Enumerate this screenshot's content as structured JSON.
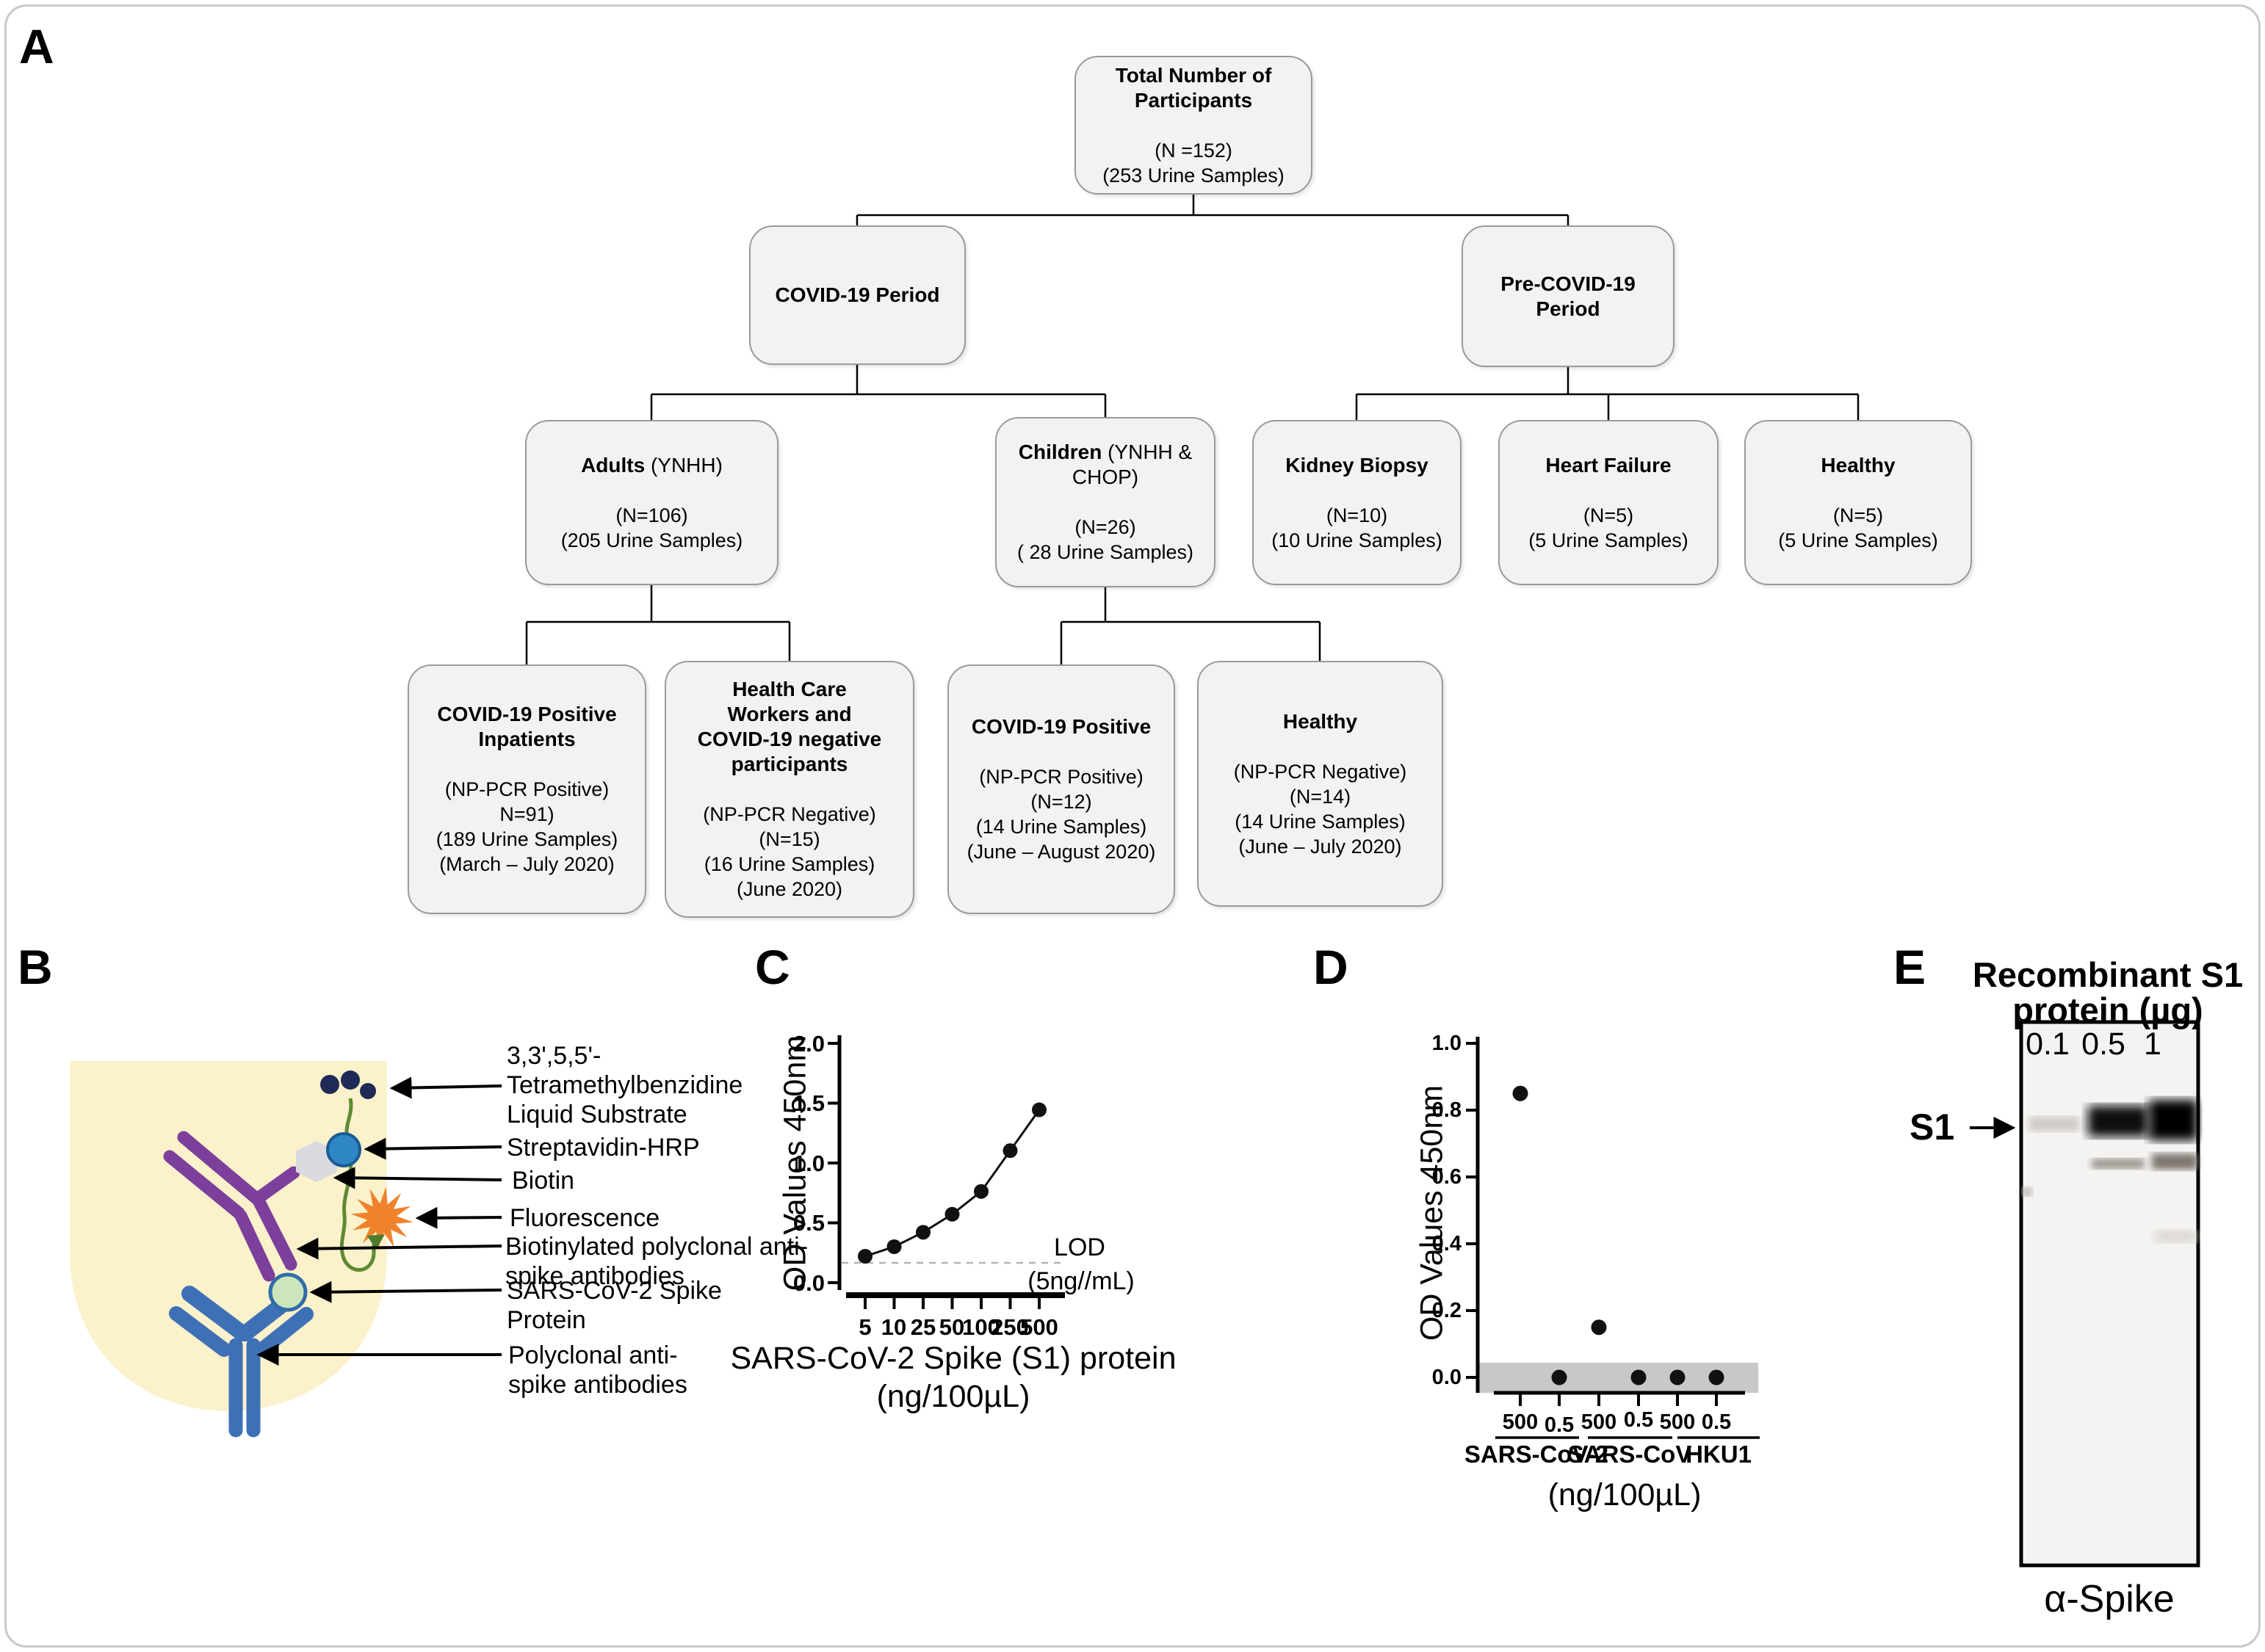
{
  "panel_labels": {
    "a": "A",
    "b": "B",
    "c": "C",
    "d": "D",
    "e": "E"
  },
  "flowchart": {
    "nodes": [
      {
        "title_bold": "Total Number of\nParticipants",
        "title_rest": "",
        "lines": [
          "",
          "(N =152)",
          "(253 Urine Samples)"
        ]
      },
      {
        "title_bold": "COVID-19 Period",
        "title_rest": "",
        "lines": []
      },
      {
        "title_bold": "Pre-COVID-19\nPeriod",
        "title_rest": "",
        "lines": []
      },
      {
        "title_bold": "Adults",
        "title_rest": " (YNHH)",
        "lines": [
          "",
          "(N=106)",
          "(205 Urine Samples)"
        ]
      },
      {
        "title_bold": "Children",
        "title_rest": " (YNHH &\nCHOP)",
        "lines": [
          "",
          "(N=26)",
          "( 28 Urine Samples)"
        ]
      },
      {
        "title_bold": "Kidney Biopsy",
        "title_rest": "",
        "lines": [
          "",
          "(N=10)",
          "(10 Urine Samples)"
        ]
      },
      {
        "title_bold": "Heart Failure",
        "title_rest": "",
        "lines": [
          "",
          "(N=5)",
          "(5 Urine Samples)"
        ]
      },
      {
        "title_bold": "Healthy",
        "title_rest": "",
        "lines": [
          "",
          "(N=5)",
          "(5 Urine Samples)"
        ]
      },
      {
        "title_bold": "COVID-19 Positive\nInpatients",
        "title_rest": "",
        "lines": [
          "",
          "(NP-PCR Positive)",
          "N=91)",
          "(189 Urine Samples)",
          "(March – July 2020)"
        ]
      },
      {
        "title_bold": "Health Care\nWorkers and\nCOVID-19 negative\nparticipants",
        "title_rest": "",
        "lines": [
          "",
          "(NP-PCR Negative)",
          "(N=15)",
          "(16 Urine Samples)",
          "(June 2020)"
        ]
      },
      {
        "title_bold": "COVID-19 Positive",
        "title_rest": "",
        "lines": [
          "",
          "(NP-PCR Positive)",
          "(N=12)",
          "(14 Urine Samples)",
          "(June – August 2020)"
        ]
      },
      {
        "title_bold": "Healthy",
        "title_rest": "",
        "lines": [
          "",
          "(NP-PCR Negative)",
          "(N=14)",
          "(14 Urine Samples)",
          "(June – July 2020)"
        ]
      }
    ]
  },
  "elisa": {
    "labels": [
      {
        "lines": [
          "3,3',5,5'-",
          "Tetramethylbenzidine",
          "Liquid Substrate"
        ]
      },
      {
        "lines": [
          "Streptavidin-HRP"
        ]
      },
      {
        "lines": [
          "Biotin"
        ]
      },
      {
        "lines": [
          "Fluorescence"
        ]
      },
      {
        "lines": [
          "Biotinylated polyclonal anti-",
          "spike antibodies"
        ]
      },
      {
        "lines": [
          "SARS-CoV-2 Spike",
          "Protein"
        ]
      },
      {
        "lines": [
          "Polyclonal anti-",
          "spike antibodies"
        ]
      }
    ],
    "colors": {
      "well": "#FBF1CB",
      "substrate": "#1F2A56",
      "streptavidin": "#2F86C4",
      "biotin": "#D9D9E0",
      "antibody_detect": "#7C3F9B",
      "fluorescence": "#F0822B",
      "loop": "#5D8A33",
      "spike": "#CDE5BD",
      "antibody_capture": "#3E70B6"
    }
  },
  "chart_data": [
    {
      "id": "panel-C",
      "type": "line",
      "ylabel": "OD Values 450nm",
      "xlabel_line1": "SARS-CoV-2 Spike (S1) protein",
      "xlabel_line2": "(ng/100µL)",
      "categories": [
        "5",
        "10",
        "25",
        "50",
        "100",
        "250",
        "500"
      ],
      "values": [
        0.22,
        0.3,
        0.42,
        0.57,
        0.76,
        1.1,
        1.44
      ],
      "yticks": [
        "0.0",
        "0.5",
        "1.0",
        "1.5",
        "2.0"
      ],
      "ylim": [
        0.0,
        2.0
      ],
      "lod": {
        "label": "LOD",
        "note": "(5ng//mL)",
        "value": 0.165
      }
    },
    {
      "id": "panel-D",
      "type": "scatter",
      "ylabel": "OD Values 450nm",
      "xlabel": "(ng/100µL)",
      "groups": [
        "SARS-CoV-2",
        "SARS-CoV",
        "HKU1"
      ],
      "categories": [
        "500",
        "0.5",
        "500",
        "0.5",
        "500",
        "0.5"
      ],
      "values": [
        0.85,
        0.0,
        0.15,
        0.0,
        0.0,
        0.0
      ],
      "yticks": [
        "0.0",
        "0.2",
        "0.4",
        "0.6",
        "0.8",
        "1.0"
      ],
      "ylim": [
        0.0,
        1.0
      ]
    }
  ],
  "blot": {
    "title_line1": "Recombinant S1",
    "title_line2": "protein (µg)",
    "lanes": [
      "0.1",
      "0.5",
      "1"
    ],
    "band_label": "S1",
    "antibody_label": "α-Spike"
  }
}
